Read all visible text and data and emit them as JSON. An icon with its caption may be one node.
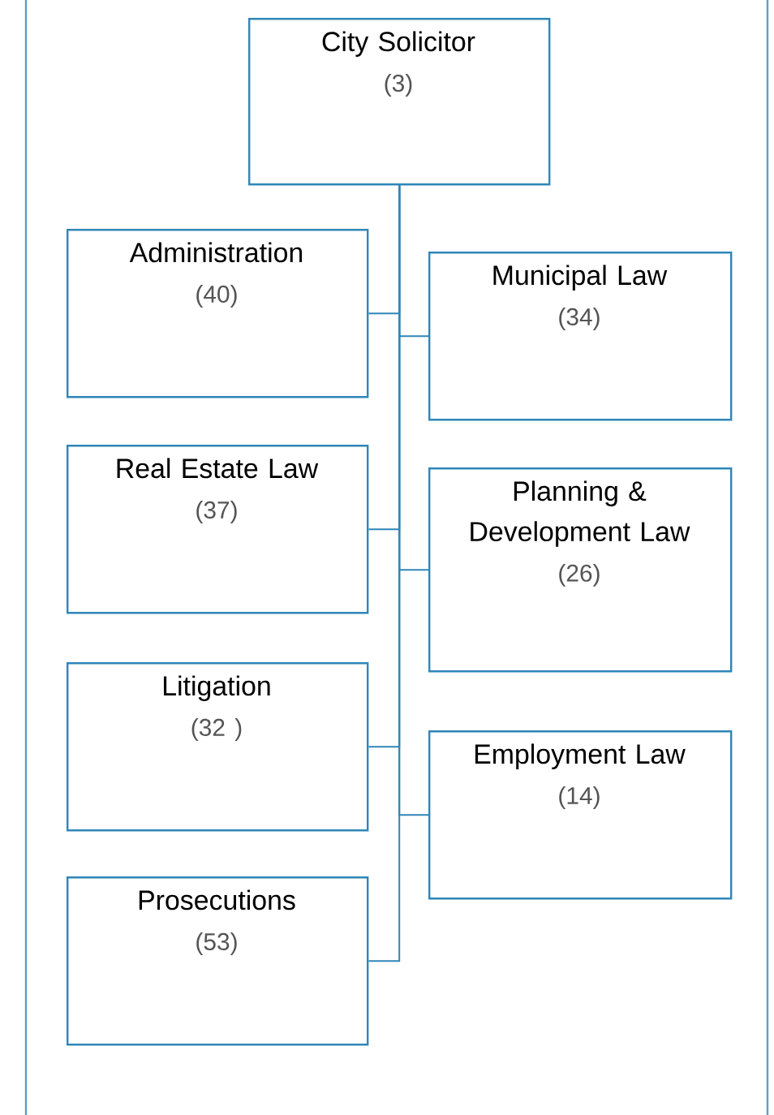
{
  "diagram": {
    "nodes": [
      {
        "text": [
          "City Solicitor",
          "(3)"
        ]
      },
      {
        "text": [
          "Administration",
          "(40)"
        ]
      },
      {
        "text": [
          "Municipal Law",
          "(34)"
        ]
      },
      {
        "text": [
          "Real Estate Law",
          "(37)"
        ]
      },
      {
        "text": [
          "Planning & Development Law",
          "(26)"
        ]
      },
      {
        "text": [
          "Litigation",
          "(32 )"
        ]
      },
      {
        "text": [
          "Employment Law",
          "(14)"
        ]
      },
      {
        "text": [
          "Prosecutions",
          "(53)"
        ]
      }
    ],
    "edges": [
      {
        "from": 0,
        "to": 1,
        "arrow": "none"
      },
      {
        "from": 0,
        "to": 2,
        "arrow": "none"
      },
      {
        "from": 0,
        "to": 3,
        "arrow": "none"
      },
      {
        "from": 0,
        "to": 4,
        "arrow": "none"
      },
      {
        "from": 0,
        "to": 5,
        "arrow": "none"
      },
      {
        "from": 0,
        "to": 6,
        "arrow": "none"
      },
      {
        "from": 0,
        "to": 7,
        "arrow": "none"
      }
    ]
  }
}
